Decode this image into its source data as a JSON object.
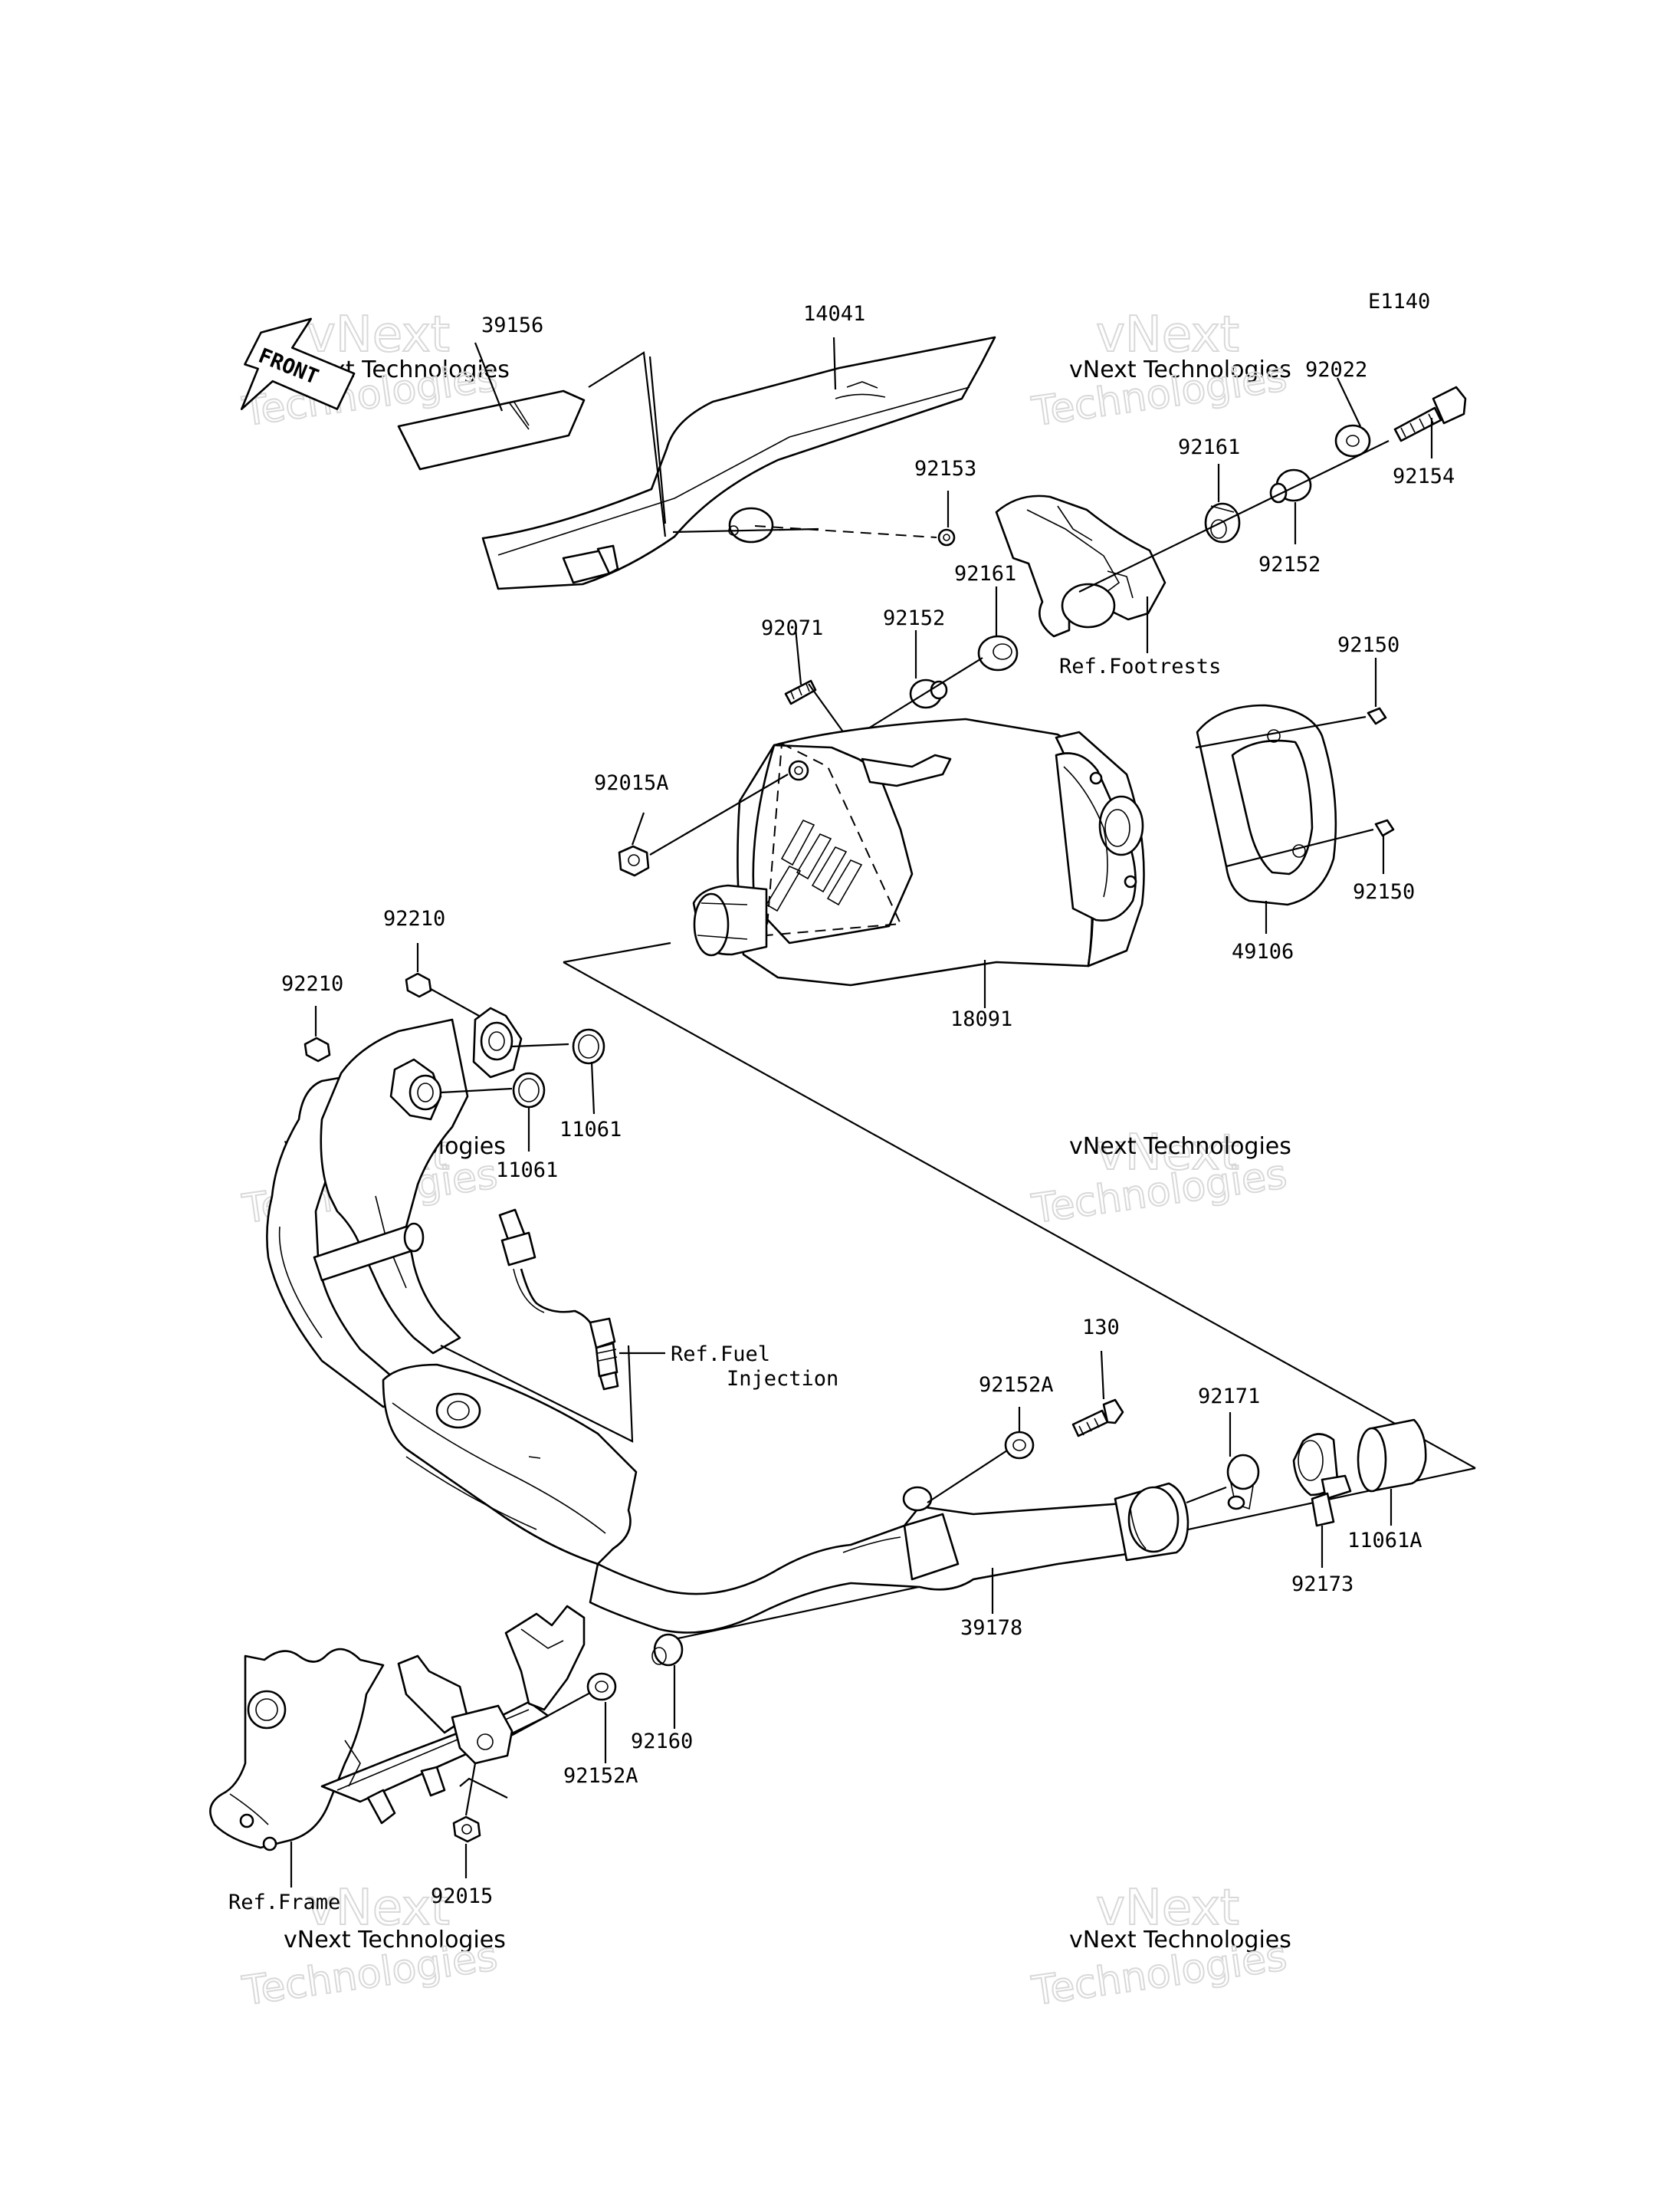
{
  "diagram_code": "E1140",
  "front_label": "FRONT",
  "watermark": {
    "line1": "vNext Technologies",
    "line2": "vNext",
    "line3": "Technologies"
  },
  "parts": {
    "p14041": "14041",
    "p39156": "39156",
    "p92153": "92153",
    "p92022": "92022",
    "p92154": "92154",
    "p92161_a": "92161",
    "p92152_a": "92152",
    "p92161_b": "92161",
    "p92152_b": "92152",
    "p92071": "92071",
    "p92150_a": "92150",
    "p92150_b": "92150",
    "p92015A": "92015A",
    "p49106": "49106",
    "p18091": "18091",
    "p92210_a": "92210",
    "p92210_b": "92210",
    "p11061_a": "11061",
    "p11061_b": "11061",
    "p130": "130",
    "p92152A_a": "92152A",
    "p92171": "92171",
    "p11061A": "11061A",
    "p92173": "92173",
    "p39178": "39178",
    "p92160": "92160",
    "p92152A_b": "92152A",
    "p92015": "92015"
  },
  "refs": {
    "footrests": "Ref.Footrests",
    "fuel_1": "Ref.Fuel",
    "fuel_2": "Injection",
    "frame": "Ref.Frame"
  }
}
